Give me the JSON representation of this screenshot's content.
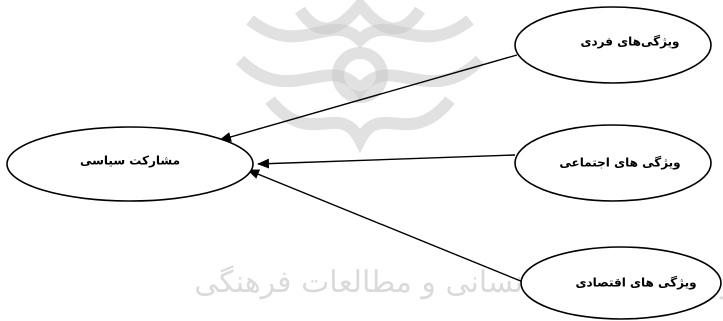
{
  "watermark": {
    "text": "پرتال جامع علوم انسانی و مطالعات فرهنگی"
  },
  "nodes": {
    "political_participation": {
      "label": "مشارکت سیاسی"
    },
    "individual_traits": {
      "label": "ویژگی‌های فردی"
    },
    "social_traits": {
      "label": "ویژگی های اجتماعی"
    },
    "economic_traits": {
      "label": "ویژگی های اقتصادی"
    }
  },
  "edges": [
    {
      "from": "individual_traits",
      "to": "political_participation"
    },
    {
      "from": "social_traits",
      "to": "political_participation"
    },
    {
      "from": "economic_traits",
      "to": "political_participation"
    }
  ],
  "colors": {
    "stroke": "#000000",
    "background": "#ffffff",
    "watermark": "#c9c9c9"
  }
}
